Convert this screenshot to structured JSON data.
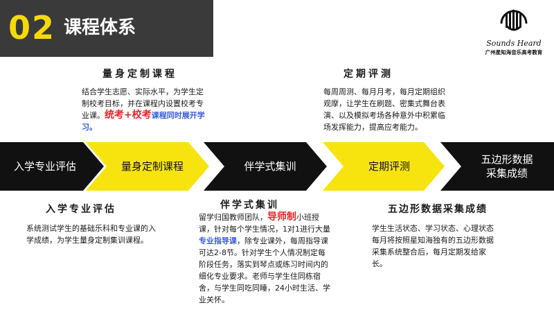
{
  "header": {
    "number": "02",
    "title": "课程体系"
  },
  "logo": {
    "script_text": "Sounds Heard",
    "caption": "广州星知海音乐高考教育"
  },
  "sections": {
    "custom_course": {
      "title": "量身定制课程",
      "body_1": "结合学生志愿、实际水平，为学生定制校考目标，并在课程内设置校考专业课。",
      "highlight_red": "统考+校考",
      "highlight_blue": "课程同时展开学习。"
    },
    "regular_test": {
      "title": "定期评测",
      "body": "每周周测、每月月考，每月定期组织观摩，让学生在刷题、密集式舞台表演、以及模拟考场各种意外中积累临场发挥能力，提高应考能力。"
    },
    "entry_eval": {
      "title": "入学专业评估",
      "body": "系统测试学生的基础乐科和专业课的入学成绩，为学生量身定制集训课程。"
    },
    "companion_train": {
      "title": "伴学式集训",
      "body_1": "留学归国教师团队，",
      "highlight_red": "导师制",
      "body_2": "小班授课，针对每个学生情况，1对1进行大量",
      "highlight_blue": "专业指导课",
      "body_3": "，除专业课外，每周指导课可达2-8节。针对学生个人情况制定每阶段任务，落实到琴点或练习时间内的细化专业要求。老师与学生住同栋宿舍，与学生同吃同睡，24小时生活、学业关怀。"
    },
    "five_dim": {
      "title": "五边形数据采集成绩",
      "body": "学生生活状态、学习状态、心理状态每月将按照星知海独有的五边形数据采集系统整合后，每月定期发给家长。"
    }
  },
  "arrows": [
    {
      "label": "入学专业评估",
      "fill": "#111111",
      "text_color": "#ffffff"
    },
    {
      "label": "量身定制课程",
      "fill": "#f7e40f",
      "text_color": "#111111"
    },
    {
      "label": "伴学式集训",
      "fill": "#111111",
      "text_color": "#ffffff"
    },
    {
      "label": "定期评测",
      "fill": "#f7e40f",
      "text_color": "#111111"
    },
    {
      "label": "五边形数据\n采集成绩",
      "fill": "#111111",
      "text_color": "#ffffff"
    }
  ],
  "colors": {
    "accent_yellow": "#f5d90a",
    "header_bg": "#3a3a3a",
    "red": "#e8242a",
    "blue": "#3b5bdb"
  }
}
